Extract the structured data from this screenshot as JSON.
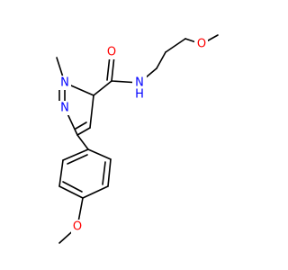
{
  "molecule": {
    "atoms": {
      "methyl_n": "",
      "n1": "N",
      "n2": "N",
      "amide_o": "O",
      "amide_n": "N",
      "amide_h": "H",
      "chain_o": "O",
      "aryl_o": "O"
    }
  },
  "colors": {
    "bond": "#000000",
    "carbon": "#000000",
    "nitrogen": "#0000ff",
    "oxygen": "#ff0000"
  }
}
